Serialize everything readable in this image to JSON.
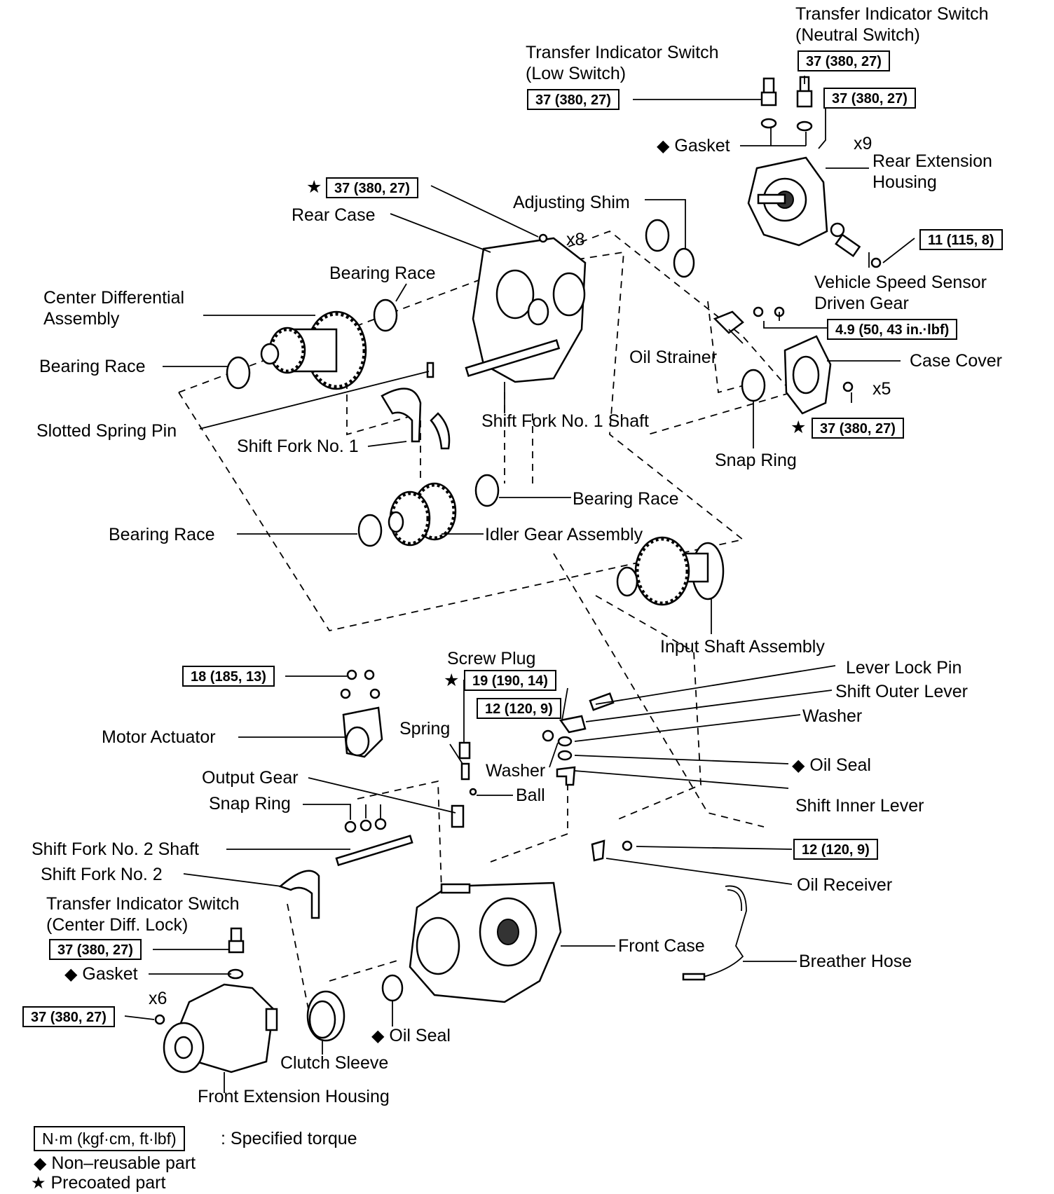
{
  "labels": {
    "tis_neutral": "Transfer Indicator Switch\n(Neutral Switch)",
    "tis_low": "Transfer Indicator Switch\n(Low Switch)",
    "gasket_top": "Gasket",
    "x9": "x9",
    "rear_ext_housing": "Rear Extension\nHousing",
    "rear_case": "Rear Case",
    "adjusting_shim": "Adjusting Shim",
    "x8": "x8",
    "bearing_race_top": "Bearing Race",
    "center_diff": "Center Differential\nAssembly",
    "vss_driven_gear": "Vehicle Speed Sensor\nDriven Gear",
    "bearing_race_left": "Bearing Race",
    "oil_strainer": "Oil Strainer",
    "case_cover": "Case Cover",
    "x5": "x5",
    "slotted_spring_pin": "Slotted Spring Pin",
    "shift_fork_1": "Shift Fork No. 1",
    "shift_fork_1_shaft": "Shift Fork No. 1 Shaft",
    "snap_ring_right": "Snap Ring",
    "bearing_race_mid": "Bearing Race",
    "bearing_race_lower": "Bearing Race",
    "idler_gear": "Idler Gear Assembly",
    "input_shaft": "Input Shaft Assembly",
    "screw_plug": "Screw Plug",
    "lever_lock_pin": "Lever Lock Pin",
    "shift_outer_lever": "Shift Outer Lever",
    "washer_right": "Washer",
    "motor_actuator": "Motor Actuator",
    "spring": "Spring",
    "washer_mid": "Washer",
    "oil_seal_right": "Oil Seal",
    "output_gear": "Output Gear",
    "ball": "Ball",
    "snap_ring_mid": "Snap Ring",
    "shift_inner_lever": "Shift Inner Lever",
    "shift_fork_2_shaft": "Shift Fork No. 2 Shaft",
    "shift_fork_2": "Shift Fork No. 2",
    "oil_receiver": "Oil Receiver",
    "tis_cdl": "Transfer Indicator Switch\n(Center Diff. Lock)",
    "front_case": "Front Case",
    "breather_hose": "Breather Hose",
    "gasket_bottom": "Gasket",
    "x6": "x6",
    "oil_seal_bottom": "Oil Seal",
    "clutch_sleeve": "Clutch Sleeve",
    "front_ext_housing": "Front Extension Housing"
  },
  "torques": {
    "neutral_switch": "37 (380, 27)",
    "low_switch": "37 (380, 27)",
    "rear_ext_bolts": "37 (380, 27)",
    "rear_case_bolts": "37 (380, 27)",
    "vss_bolt": "11 (115, 8)",
    "oil_strainer_bolts": "4.9 (50, 43 in.·lbf)",
    "case_cover_bolts": "37 (380, 27)",
    "motor_actuator_bolts": "18 (185, 13)",
    "screw_plug": "19 (190, 14)",
    "shift_lever_nut": "12 (120, 9)",
    "oil_receiver_bolt": "12 (120, 9)",
    "cdl_switch": "37 (380, 27)",
    "front_ext_bolts": "37 (380, 27)"
  },
  "marks": {
    "non_reusable": "◆",
    "precoated": "★"
  },
  "legend": {
    "torque_box": "N·m (kgf·cm, ft·lbf)",
    "torque_text": ": Specified torque",
    "non_reusable_text": "Non–reusable part",
    "precoated_text": "Precoated part"
  }
}
